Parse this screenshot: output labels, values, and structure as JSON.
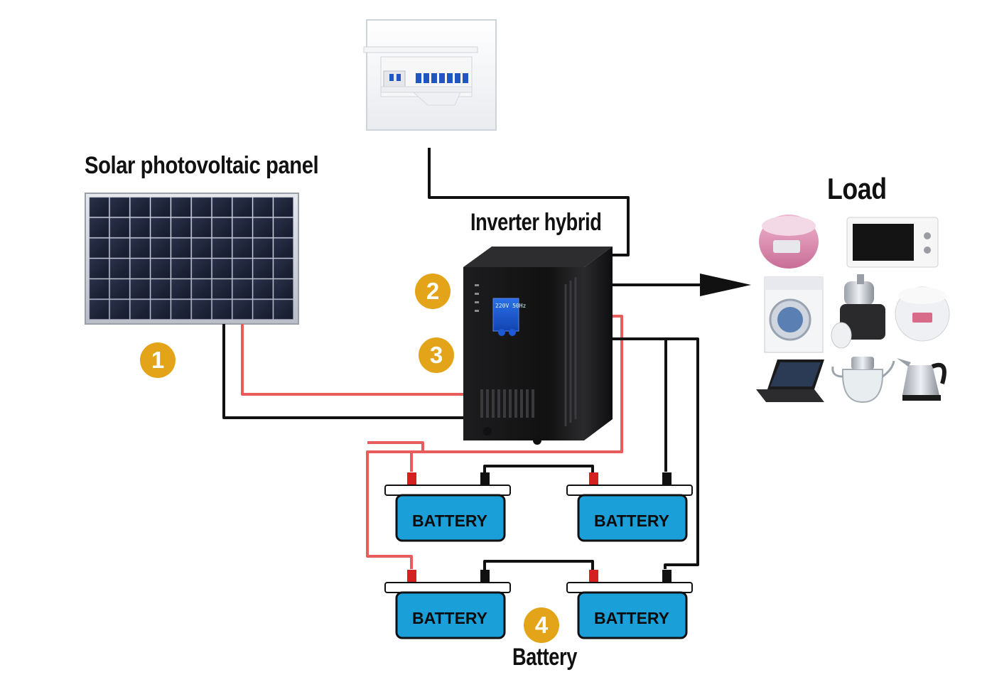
{
  "labels": {
    "solar_panel": "Solar photovoltaic panel",
    "inverter": "Inverter hybrid",
    "load": "Load",
    "battery_group": "Battery"
  },
  "badges": [
    "1",
    "2",
    "3",
    "4"
  ],
  "battery_label": "BATTERY",
  "inverter_display": "220V 50Hz",
  "colors": {
    "positive_wire": "#e85c5c",
    "negative_wire": "#111111",
    "battery_body": "#1a9fd9",
    "badge": "#e4a41a",
    "panel_cells": "#1c2236"
  },
  "icons": [
    "distribution-box-icon",
    "solar-panel-icon",
    "inverter-icon",
    "rice-cooker-icon",
    "microwave-icon",
    "washing-machine-icon",
    "juicer-icon",
    "rice-cooker-white-icon",
    "laptop-icon",
    "teapot-icon",
    "electric-kettle-icon",
    "arrow-right-icon"
  ]
}
